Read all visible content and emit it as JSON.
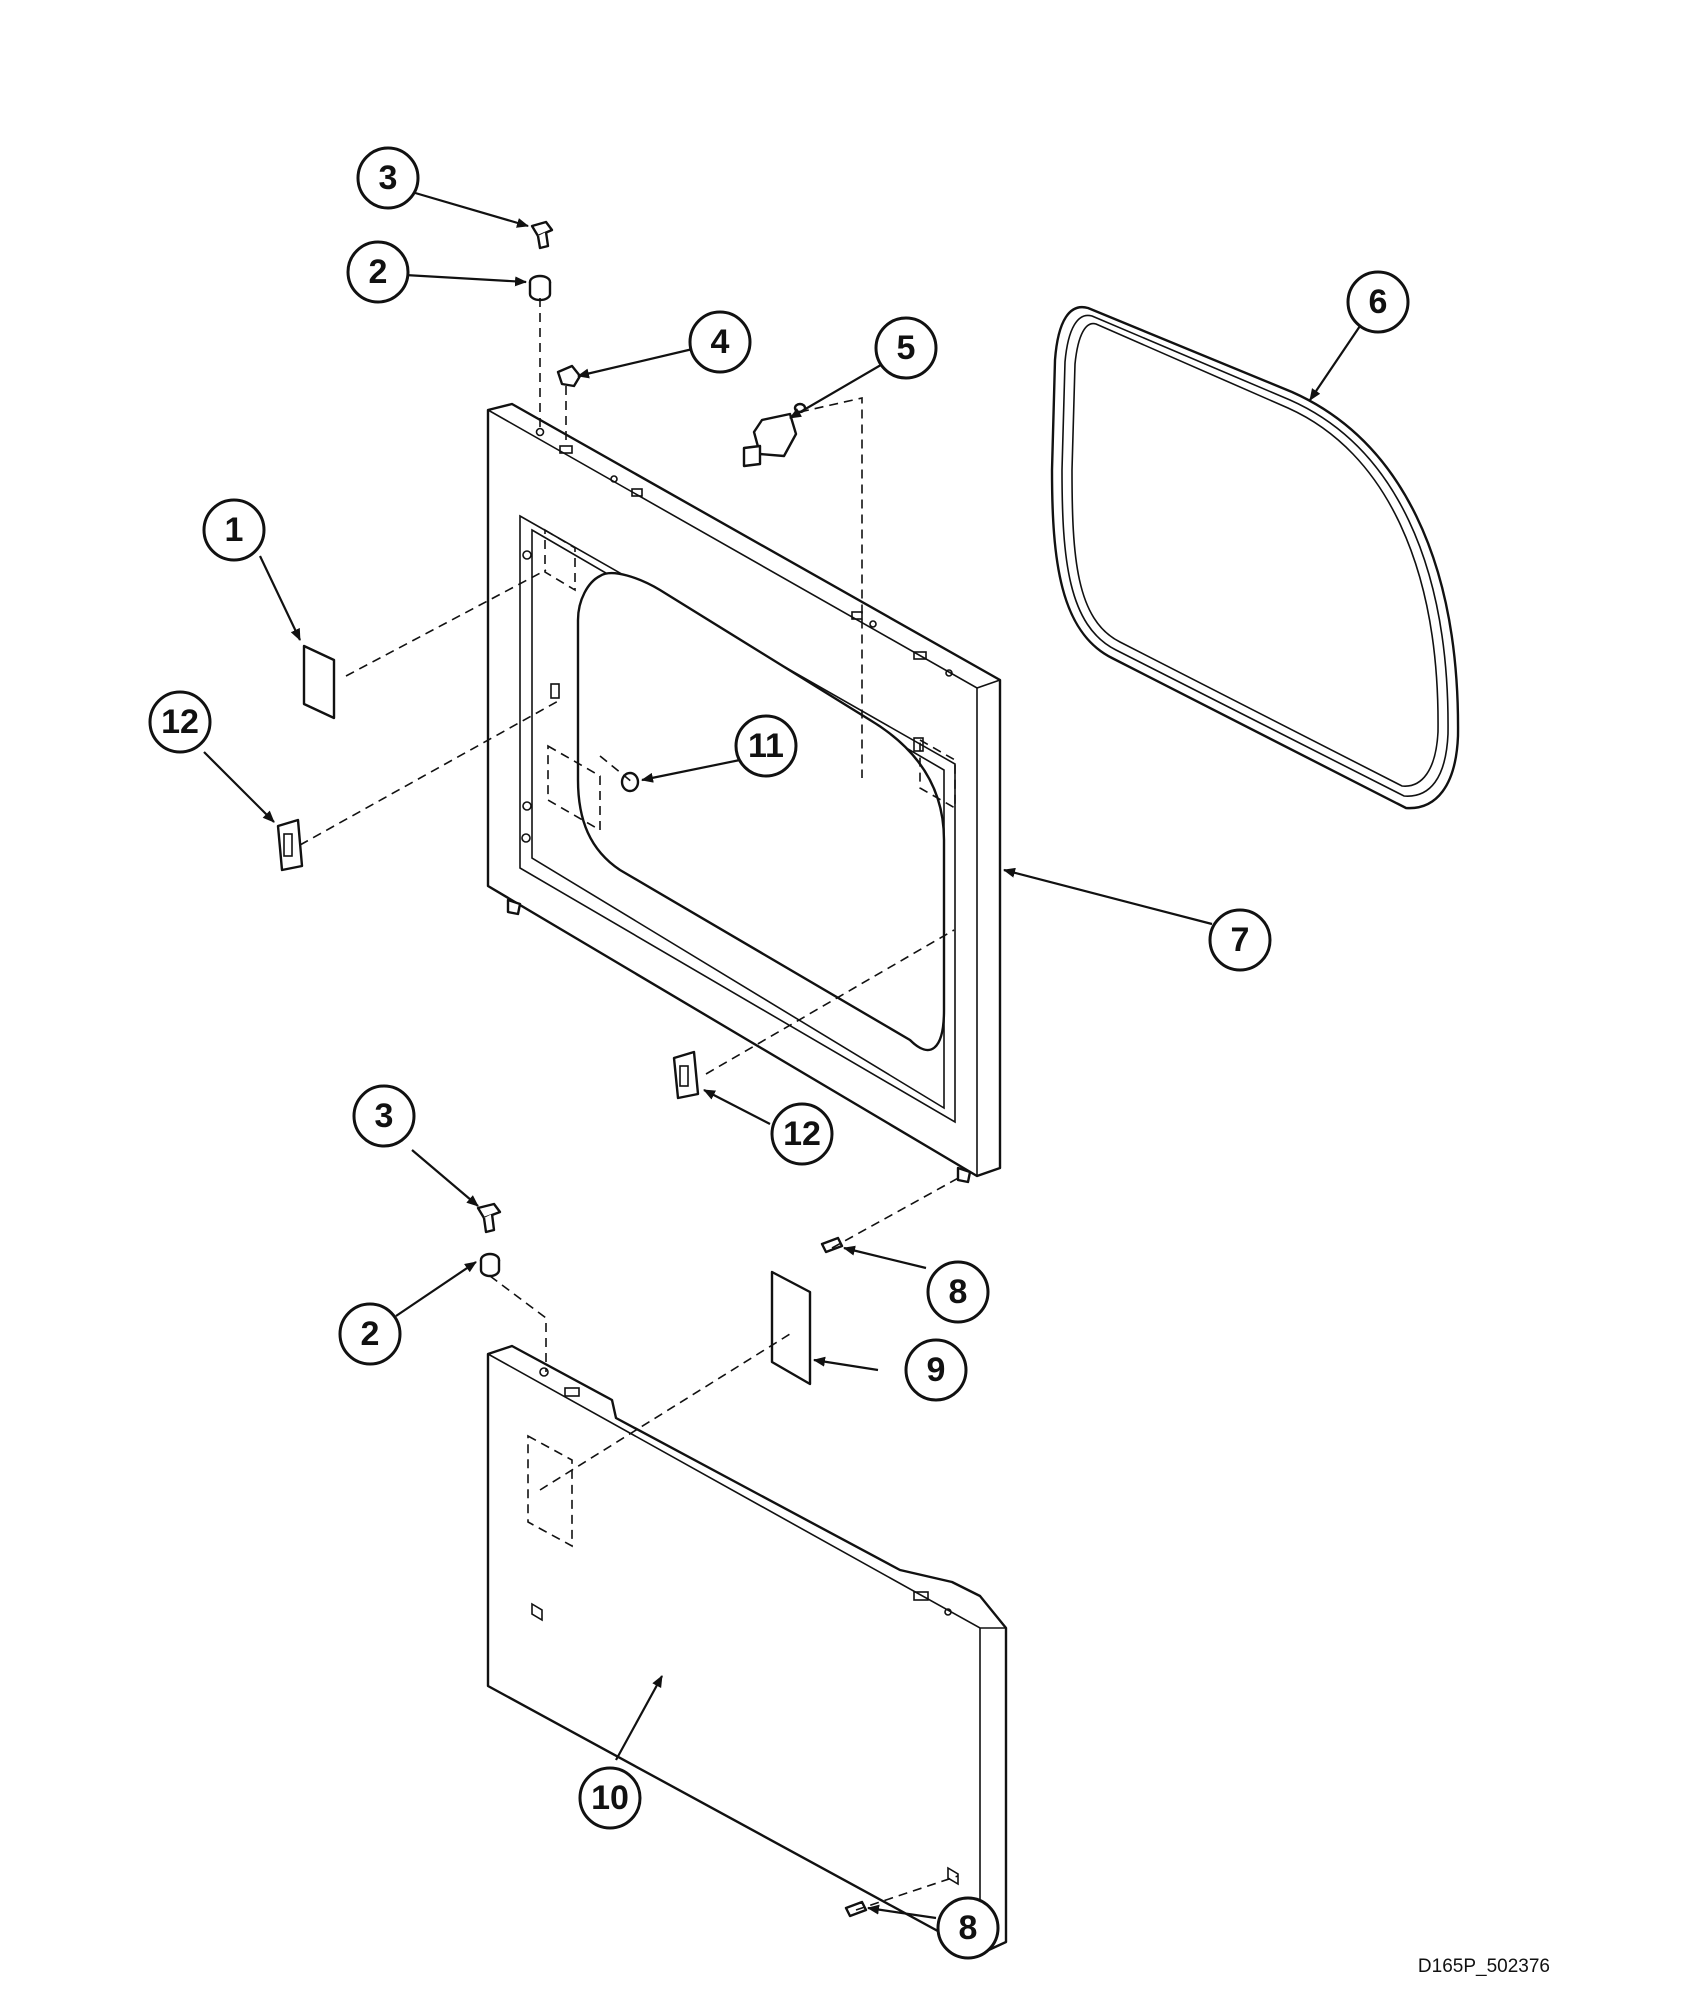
{
  "diagram": {
    "drawing_code": "D165P_502376",
    "callouts": [
      {
        "id": "c1",
        "label": "1"
      },
      {
        "id": "c2a",
        "label": "2"
      },
      {
        "id": "c2b",
        "label": "2"
      },
      {
        "id": "c3a",
        "label": "3"
      },
      {
        "id": "c3b",
        "label": "3"
      },
      {
        "id": "c4",
        "label": "4"
      },
      {
        "id": "c5",
        "label": "5"
      },
      {
        "id": "c6",
        "label": "6"
      },
      {
        "id": "c7",
        "label": "7"
      },
      {
        "id": "c8a",
        "label": "8"
      },
      {
        "id": "c8b",
        "label": "8"
      },
      {
        "id": "c9",
        "label": "9"
      },
      {
        "id": "c10",
        "label": "10"
      },
      {
        "id": "c11",
        "label": "11"
      },
      {
        "id": "c12a",
        "label": "12"
      },
      {
        "id": "c12b",
        "label": "12"
      }
    ]
  }
}
